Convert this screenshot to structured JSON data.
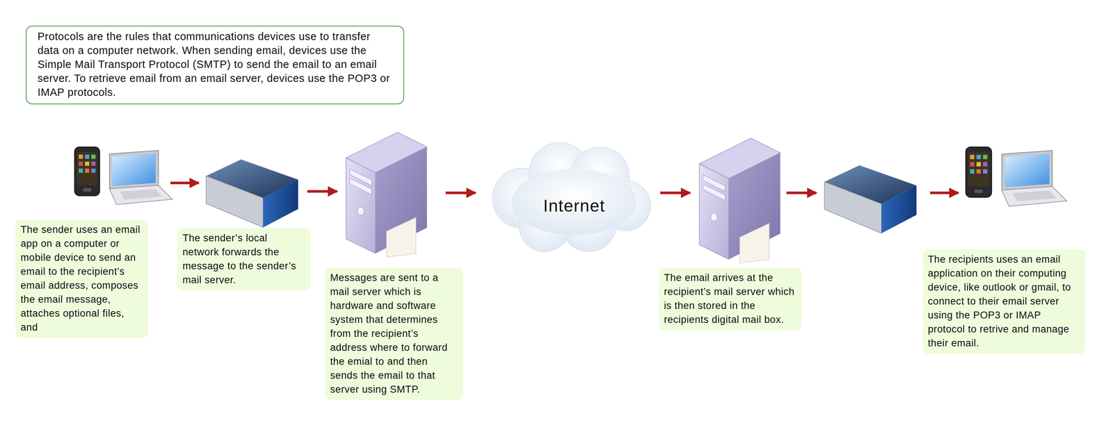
{
  "diagram": {
    "nodes": [
      {
        "text": [
          "Protocols are the rules that communications devices use to transfer data on a computer network. When sending email, devices use the Simple Mail Transport Protocol (SMTP) to send the email to an email server. To retrieve email from an email server, devices use the POP3 or IMAP protocols."
        ]
      },
      {
        "text": [
          "The sender uses an email app on a computer or mobile device to send an email to the recipient’s email address, composes the email message, attaches optional files, and"
        ]
      },
      {
        "text": [
          "The sender’s local network forwards the message to the sender’s mail server."
        ]
      },
      {
        "text": [
          "Messages are sent to a mail server which is hardware and software system that determines from the recipient’s address where to forward the emial to and then sends the email to that server using SMTP."
        ]
      },
      {
        "text": [
          "The email arrives at the recipient’s mail server which is then stored in the recipients digital mail box."
        ]
      },
      {
        "text": [
          "The recipients uses an email application on their computing device, like outlook or gmail, to connect to their email server using the POP3 or IMAP protocol to retrive and manage their email."
        ]
      }
    ],
    "labels": [
      "Internet"
    ]
  }
}
